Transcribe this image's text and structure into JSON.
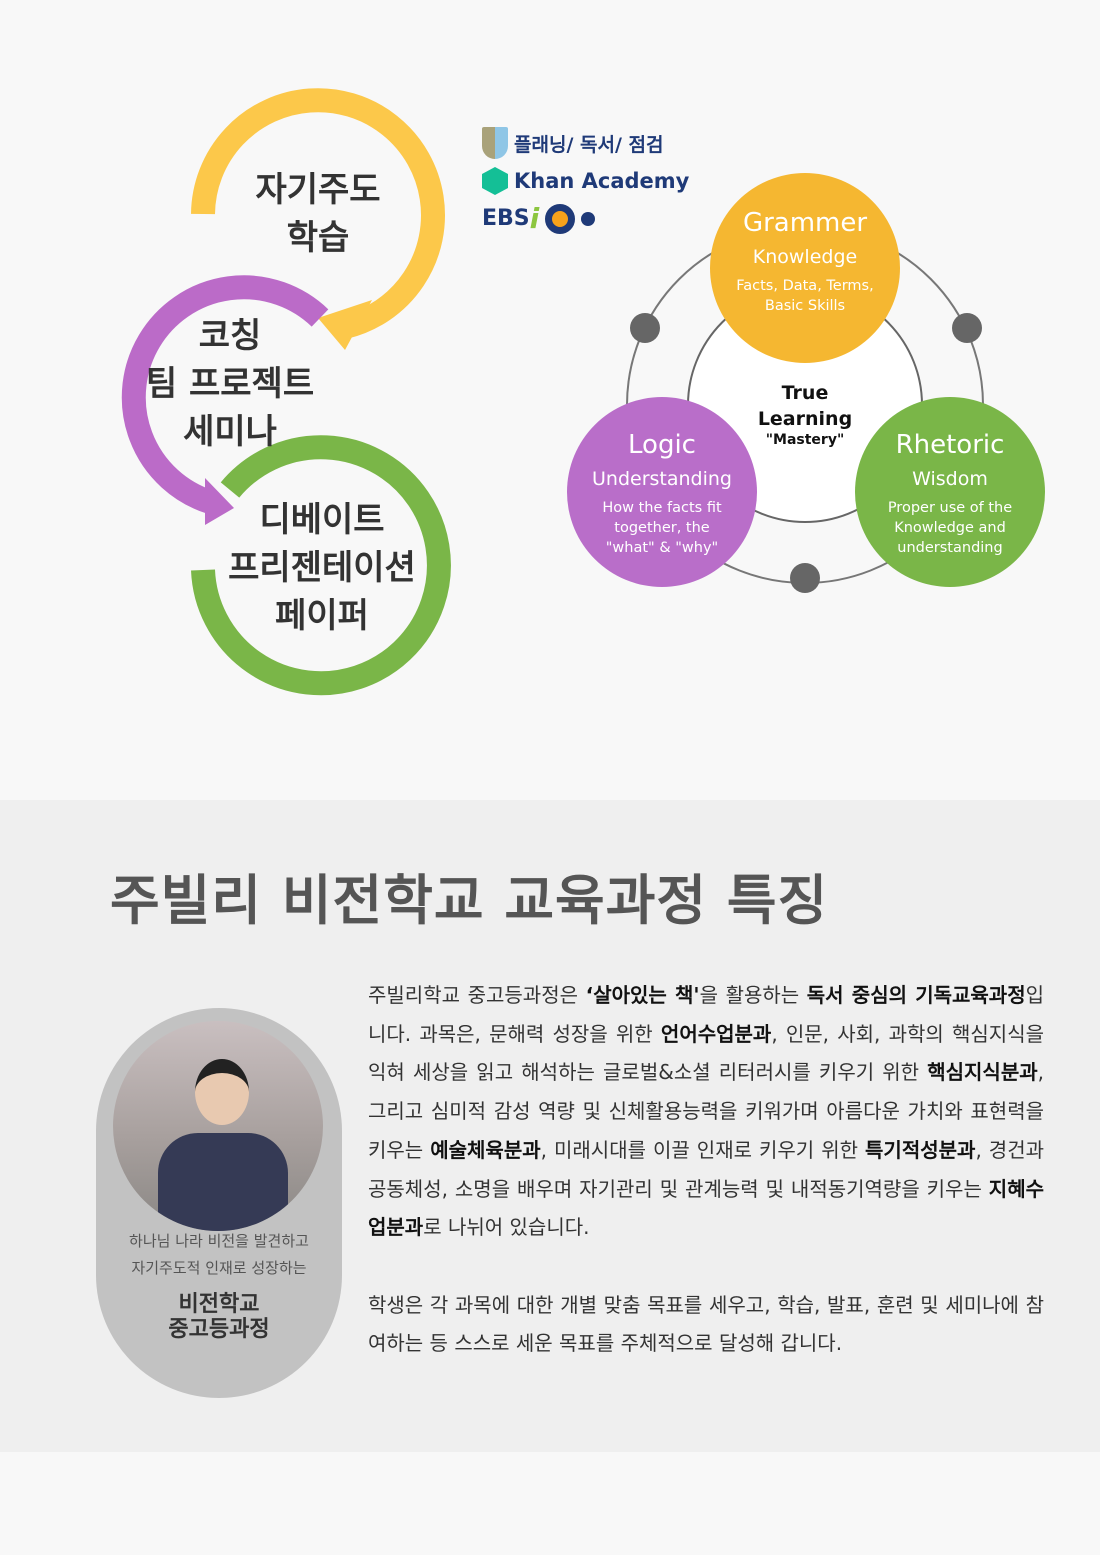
{
  "cycle": {
    "step1": [
      "자기주도",
      "학습"
    ],
    "step2": [
      "코칭",
      "팀 프로젝트",
      "세미나"
    ],
    "step3": [
      "디베이트",
      "프리젠테이션",
      "페이퍼"
    ]
  },
  "logos": {
    "planning": "플래닝/ 독서/ 점검",
    "khan": "Khan Academy",
    "ebs": "EBS"
  },
  "trivium": {
    "center": [
      "True",
      "Learning",
      "\"Mastery\""
    ],
    "grammar": {
      "title": "Grammer",
      "sub": "Knowledge",
      "desc": [
        "Facts, Data, Terms,",
        "Basic Skills"
      ],
      "color": "#f5b731"
    },
    "logic": {
      "title": "Logic",
      "sub": "Understanding",
      "desc": [
        "How the facts fit",
        "together, the",
        "\"what\" & \"why\""
      ],
      "color": "#b96ec9"
    },
    "rhetoric": {
      "title": "Rhetoric",
      "sub": "Wisdom",
      "desc": [
        "Proper use of the",
        "Knowledge and",
        "understanding"
      ],
      "color": "#7ab648"
    }
  },
  "section": {
    "title": "주빌리 비전학교 교육과정 특징",
    "card": {
      "line1": "하나님 나라 비전을 발견하고",
      "line2": "자기주도적 인재로 성장하는",
      "name1": "비전학교",
      "name2": "중고등과정"
    },
    "paragraphs": [
      [
        {
          "t": "주빌리학교 중고등과정은 "
        },
        {
          "t": "‘살아있는 책'",
          "b": true
        },
        {
          "t": "을 활용하는 "
        },
        {
          "t": "독서 중심의 기독교육과정",
          "b": true
        },
        {
          "t": "입니다. 과목은, 문해력 성장을 위한 "
        },
        {
          "t": "언어수업분과",
          "b": true
        },
        {
          "t": ", 인문, 사회, 과학의 핵심지식을 익혀 세상을 읽고 해석하는 글로벌&소셜 리터러시를 키우기 위한 "
        },
        {
          "t": "핵심지식분과",
          "b": true
        },
        {
          "t": ", 그리고 심미적 감성 역량 및 신체활용능력을 키워가며 아름다운 가치와 표현력을 키우는 "
        },
        {
          "t": "예술체육분과",
          "b": true
        },
        {
          "t": ", 미래시대를 이끌 인재로 키우기 위한 "
        },
        {
          "t": "특기적성분과",
          "b": true
        },
        {
          "t": ", 경건과 공동체성, 소명을 배우며 자기관리 및 관계능력 및 내적동기역량을 키우는 "
        },
        {
          "t": "지혜수업분과",
          "b": true
        },
        {
          "t": "로 나뉘어 있습니다."
        }
      ],
      [
        {
          "t": "학생은 각 과목에 대한 개별 맞춤 목표를 세우고, 학습, 발표, 훈련 및 세미나에 참여하는 등 스스로 세운 목표를 주체적으로 달성해 갑니다."
        }
      ]
    ]
  }
}
